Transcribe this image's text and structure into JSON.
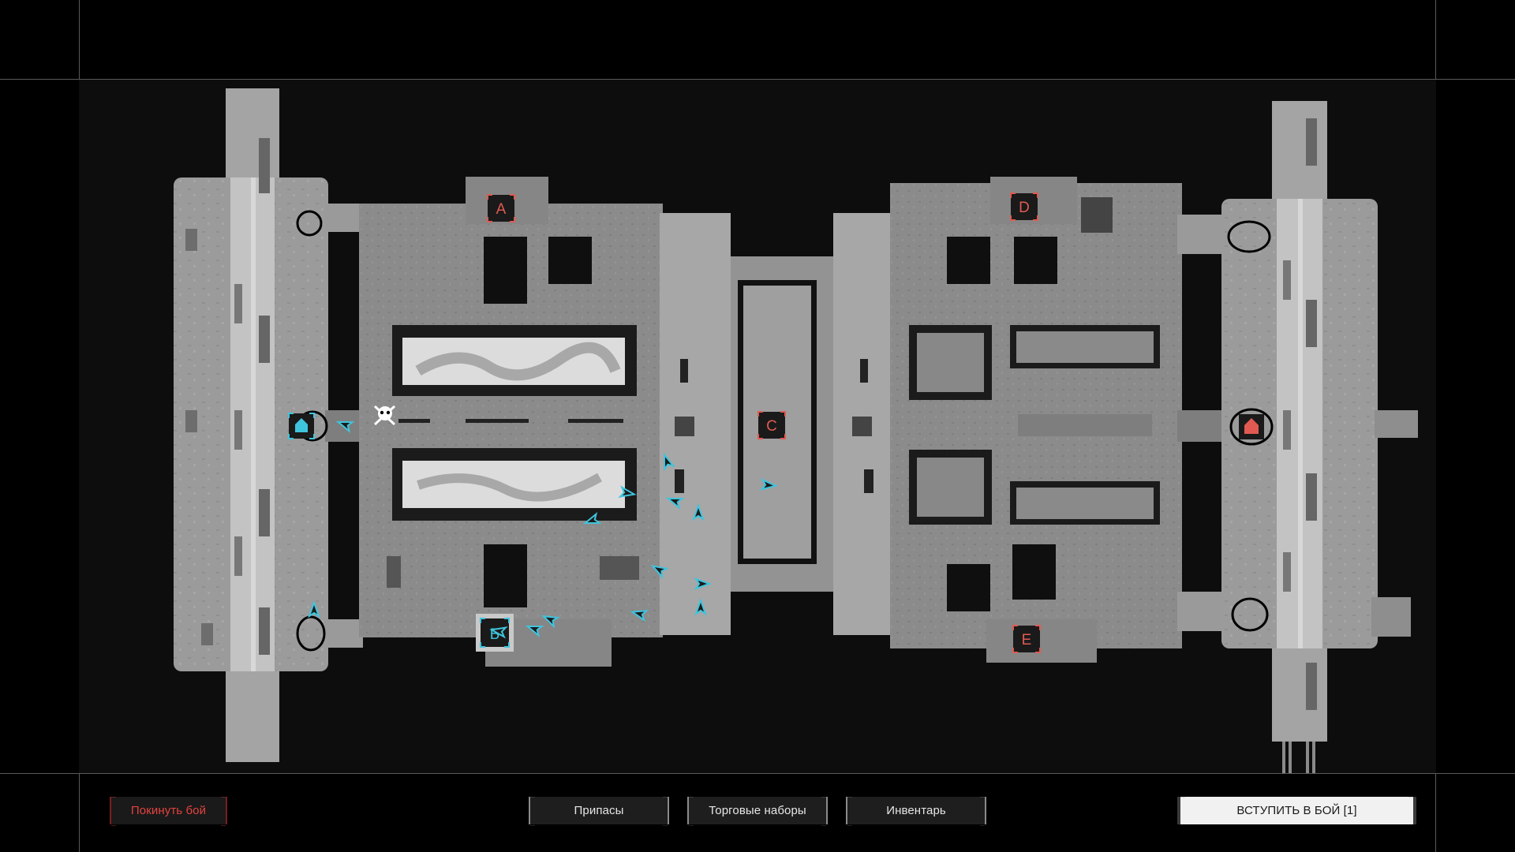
{
  "map": {
    "points": [
      {
        "label": "A",
        "color": "#e05a52"
      },
      {
        "label": "C",
        "color": "#e05a52"
      },
      {
        "label": "D",
        "color": "#e05a52"
      },
      {
        "label": "E",
        "color": "#e05a52"
      },
      {
        "label": "Б",
        "color": "#3fc4dd"
      }
    ],
    "ally_color": "#3fc4dd",
    "enemy_color": "#e05a52"
  },
  "footer": {
    "leave_label": "Покинуть бой",
    "supplies_label": "Припасы",
    "trade_label": "Торговые наборы",
    "inventory_label": "Инвентарь",
    "join_label": "ВСТУПИТЬ В БОЙ [1]"
  }
}
